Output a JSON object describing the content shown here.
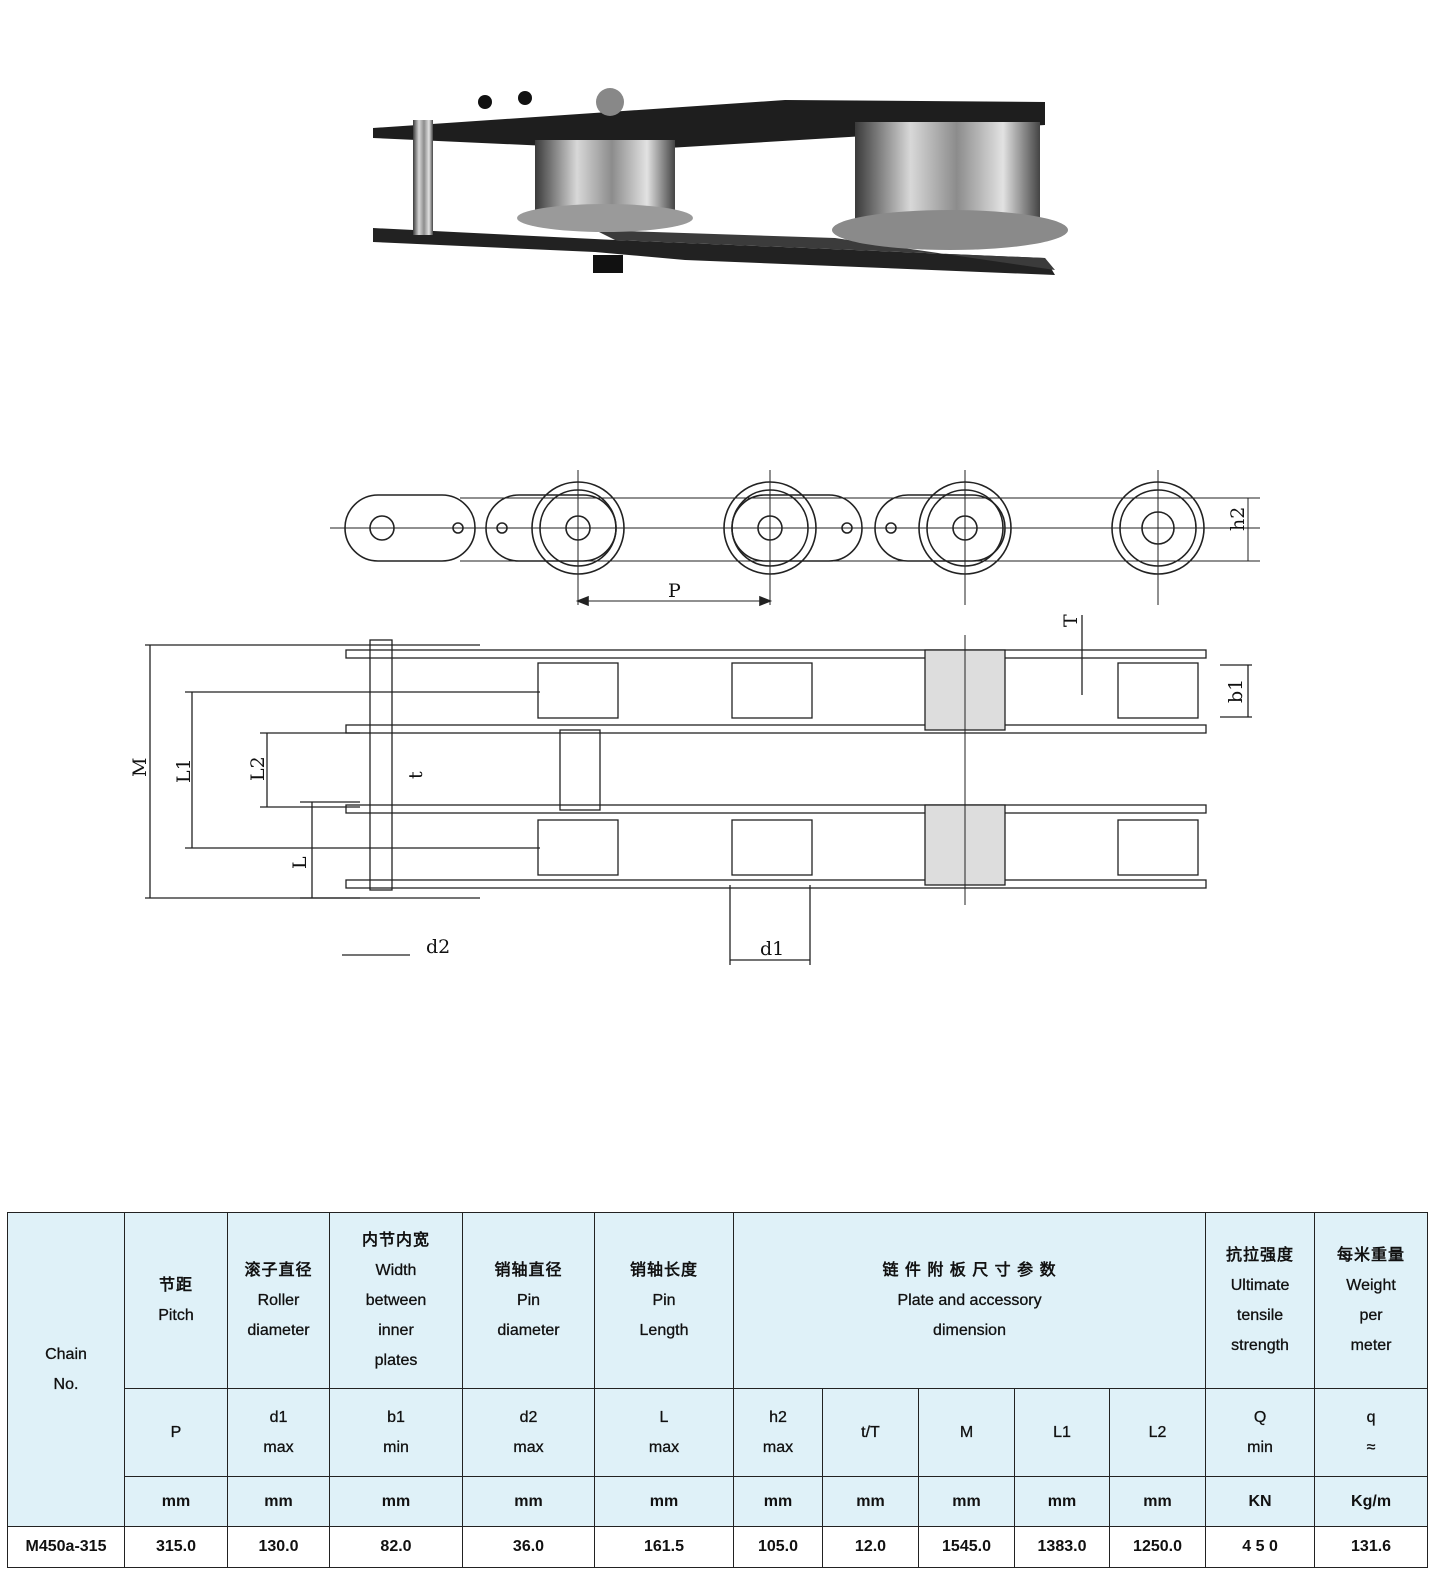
{
  "drawing": {
    "labels": {
      "P": "P",
      "h2": "h2",
      "T": "T",
      "b1": "b1",
      "M": "M",
      "L1": "L1",
      "L2": "L2",
      "t": "t",
      "L": "L",
      "d2": "d2",
      "d1": "d1"
    }
  },
  "table": {
    "chain_no": [
      "Chain",
      "No."
    ],
    "headers": {
      "pitch": {
        "cn": "节距",
        "en": [
          "Pitch"
        ]
      },
      "roller": {
        "cn": "滚子直径",
        "en": [
          "Roller",
          "diameter"
        ]
      },
      "width": {
        "cn": "内节内宽",
        "en": [
          "Width",
          "between",
          "inner",
          "plates"
        ]
      },
      "pin_d": {
        "cn": "销轴直径",
        "en": [
          "Pin",
          "diameter"
        ]
      },
      "pin_l": {
        "cn": "销轴长度",
        "en": [
          "Pin",
          "Length"
        ]
      },
      "plate": {
        "cn": "链 件 附 板 尺 寸 参 数",
        "en": [
          "Plate and accessory",
          "dimension"
        ]
      },
      "strength": {
        "cn": "抗拉强度",
        "en": [
          "Ultimate",
          "tensile",
          "strength"
        ]
      },
      "weight": {
        "cn": "每米重量",
        "en": [
          "Weight",
          "per",
          "meter"
        ]
      }
    },
    "symbols": [
      [
        "P",
        ""
      ],
      [
        "d1",
        "max"
      ],
      [
        "b1",
        "min"
      ],
      [
        "d2",
        "max"
      ],
      [
        "L",
        "max"
      ],
      [
        "h2",
        "max"
      ],
      [
        "t/T",
        ""
      ],
      [
        "M",
        ""
      ],
      [
        "L1",
        ""
      ],
      [
        "L2",
        ""
      ],
      [
        "Q",
        "min"
      ],
      [
        "q",
        "≈"
      ]
    ],
    "units": [
      "mm",
      "mm",
      "mm",
      "mm",
      "mm",
      "mm",
      "mm",
      "mm",
      "mm",
      "mm",
      "KN",
      "Kg/m"
    ],
    "row": [
      "M450a-315",
      "315.0",
      "130.0",
      "82.0",
      "36.0",
      "161.5",
      "105.0",
      "12.0",
      "1545.0",
      "1383.0",
      "1250.0",
      "4 5 0",
      "131.6"
    ]
  }
}
